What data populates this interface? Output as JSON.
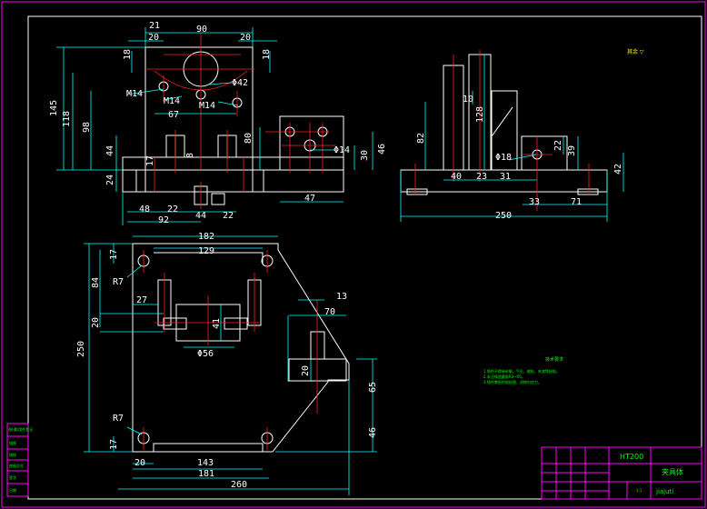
{
  "title_block": {
    "material": "HT200",
    "part_name": "夹具体",
    "drawing_code": "jiajuti",
    "scale": "1:1"
  },
  "roughness_note": "其余 ▽",
  "tech_req": {
    "heading": "技术要求",
    "line1": "1.铸件不得有砂眼、气孔、缩松、夹渣等缺陷。",
    "line2": "2.未注铸造圆角R3~R5。",
    "line3": "3.铸件需经时效处理，消除内应力。"
  },
  "side_labels": [
    "借(通)用件登记",
    "描图",
    "描校",
    "底图总号",
    "签字",
    "日期"
  ],
  "dims": {
    "front": {
      "w90": "90",
      "w21": "21",
      "w20a": "20",
      "w20b": "20",
      "h18a": "18",
      "h18b": "18",
      "h145": "145",
      "h118": "118",
      "h98": "98",
      "h44": "44",
      "h24": "24",
      "h17": "17",
      "h80": "80",
      "d8": "8",
      "m14a": "M14",
      "m14b": "M14",
      "m14c": "M14",
      "d42": "Φ42",
      "w67": "67",
      "w48": "48",
      "w22a": "22",
      "w92": "92",
      "w44": "44",
      "w22b": "22",
      "w47": "47",
      "d14": "Φ14",
      "h30": "30",
      "h46": "46"
    },
    "side": {
      "h82": "82",
      "h128": "128",
      "h10": "10",
      "w40": "40",
      "w23": "23",
      "w31": "31",
      "d18": "Φ18",
      "h22": "22",
      "h39": "39",
      "h42": "42",
      "w33": "33",
      "w71": "71",
      "w250": "250"
    },
    "top": {
      "w182": "182",
      "w129": "129",
      "h17a": "17",
      "h84": "84",
      "r7a": "R7",
      "w27": "27",
      "h20": "20",
      "h41": "41",
      "d56": "Φ56",
      "h250": "250",
      "r7b": "R7",
      "h17b": "17",
      "w20": "20",
      "w143": "143",
      "w181": "181",
      "w260": "260",
      "w13": "13",
      "w70": "70",
      "h20b": "20",
      "h65": "65",
      "h46": "46"
    }
  }
}
